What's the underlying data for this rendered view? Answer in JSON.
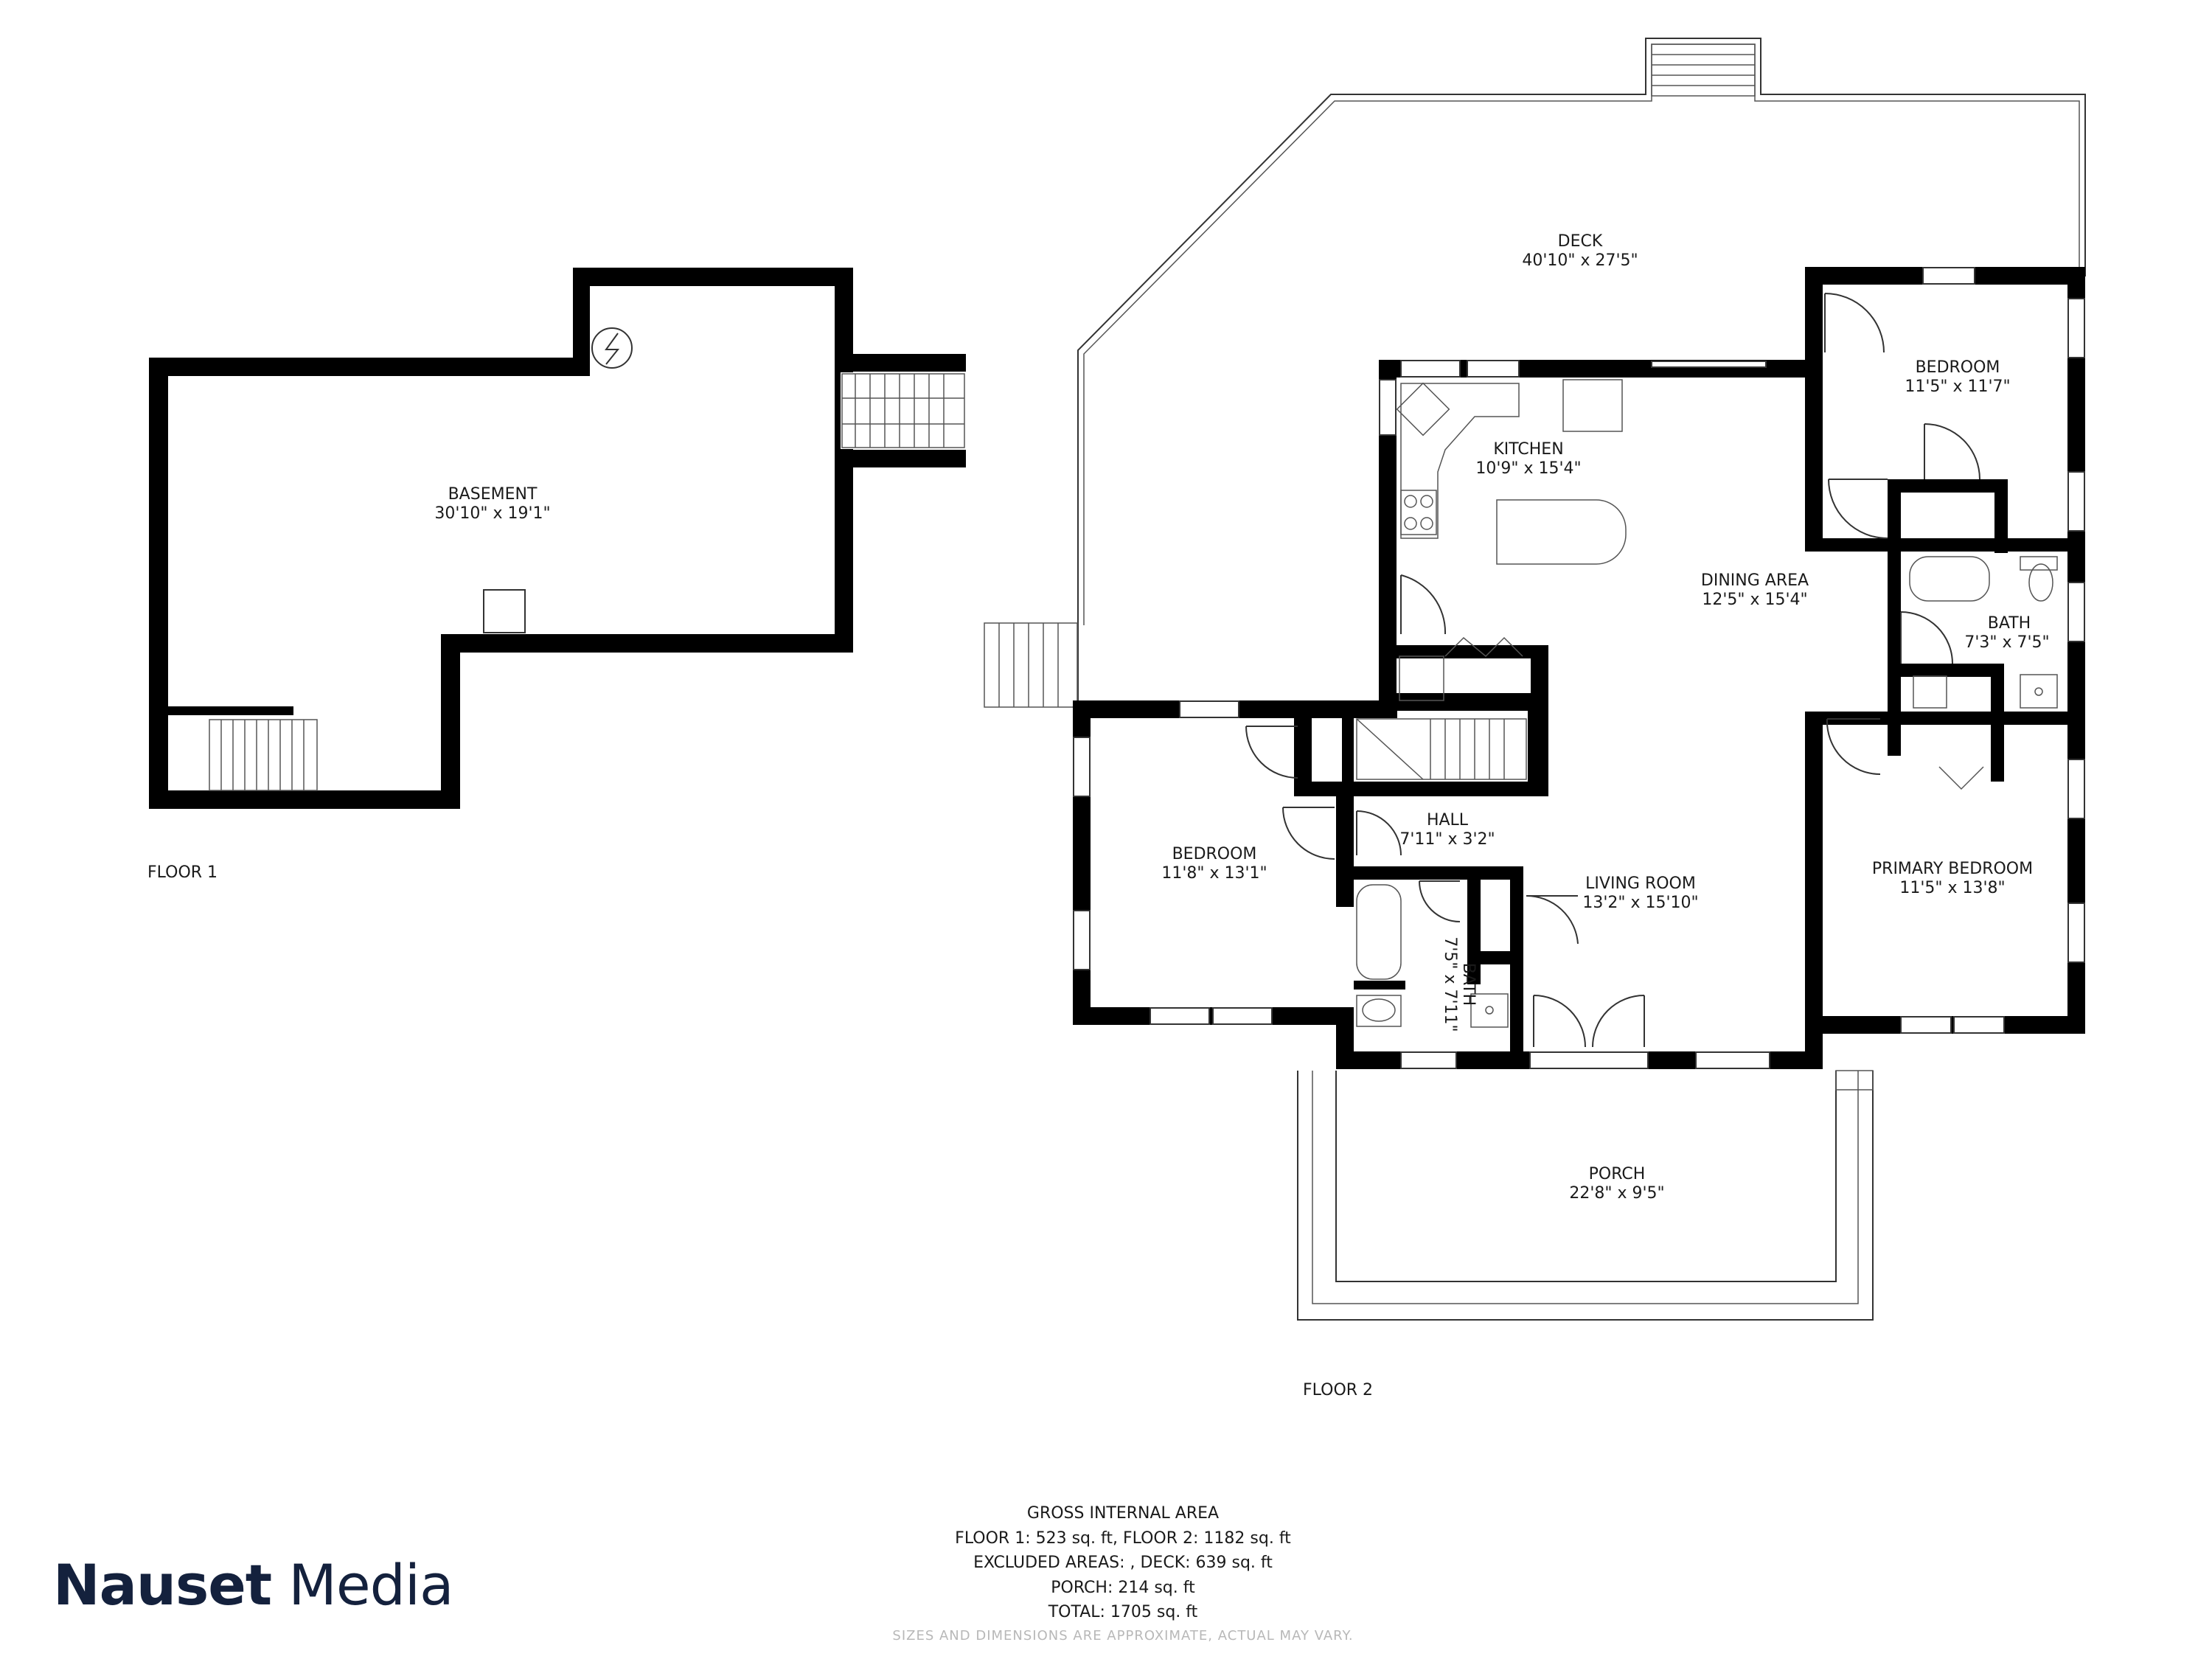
{
  "floors": [
    {
      "label": "FLOOR 1",
      "rooms": [
        {
          "name": "BASEMENT",
          "dims": "30'10\" x 19'1\""
        }
      ]
    },
    {
      "label": "FLOOR 2",
      "rooms": [
        {
          "name": "DECK",
          "dims": "40'10\" x 27'5\""
        },
        {
          "name": "KITCHEN",
          "dims": "10'9\" x 15'4\""
        },
        {
          "name": "DINING AREA",
          "dims": "12'5\" x 15'4\""
        },
        {
          "name": "BEDROOM",
          "dims": "11'5\" x 11'7\""
        },
        {
          "name": "BATH",
          "dims": "7'3\" x 7'5\""
        },
        {
          "name": "HALL",
          "dims": "7'11\" x 3'2\""
        },
        {
          "name": "BEDROOM",
          "dims": "11'8\" x 13'1\""
        },
        {
          "name": "LIVING ROOM",
          "dims": "13'2\" x 15'10\""
        },
        {
          "name": "PRIMARY BEDROOM",
          "dims": "11'5\" x 13'8\""
        },
        {
          "name": "BATH",
          "dims": "7'5\" x 7'11\""
        },
        {
          "name": "PORCH",
          "dims": "22'8\" x 9'5\""
        }
      ]
    }
  ],
  "summary": {
    "heading": "GROSS INTERNAL AREA",
    "line1": "FLOOR 1: 523 sq. ft, FLOOR 2: 1182 sq. ft",
    "line2": "EXCLUDED AREAS: , DECK: 639 sq. ft",
    "line3": "PORCH: 214 sq. ft",
    "line4": "TOTAL: 1705 sq. ft",
    "disclaimer": "SIZES AND DIMENSIONS ARE APPROXIMATE, ACTUAL MAY VARY."
  },
  "brand": {
    "bold": "Nauset",
    "light": "Media",
    "color": "#14213d"
  }
}
